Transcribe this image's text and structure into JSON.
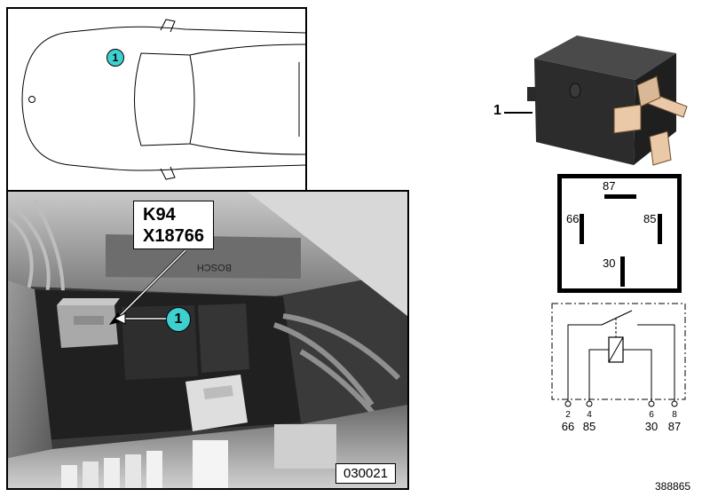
{
  "callouts": {
    "car_marker": "1",
    "photo_marker": "1"
  },
  "photo": {
    "component_id": "K94",
    "connector_id": "X18766",
    "image_ref": "030021",
    "relay_print": "BOSCH"
  },
  "relay_part": {
    "label": "1"
  },
  "pinout": {
    "pin_top": "87",
    "pin_left": "66",
    "pin_right": "85",
    "pin_bottom": "30"
  },
  "schematic": {
    "pins": [
      {
        "index": "2",
        "terminal": "66"
      },
      {
        "index": "4",
        "terminal": "85"
      },
      {
        "index": "6",
        "terminal": "30"
      },
      {
        "index": "8",
        "terminal": "87"
      }
    ]
  },
  "colors": {
    "callout_fill": "#3ecfcf",
    "outline": "#000000"
  },
  "doc_number": "388865"
}
